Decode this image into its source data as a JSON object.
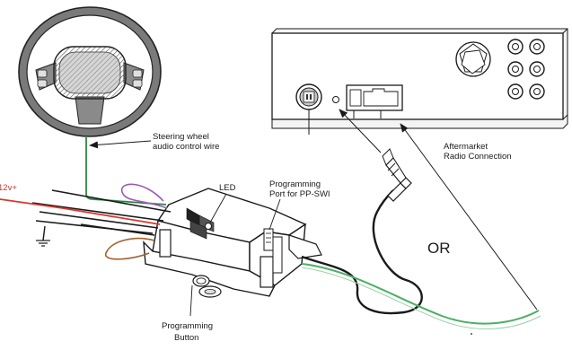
{
  "diagram": {
    "labels": {
      "steering_wire_line1": "Steering wheel",
      "steering_wire_line2": "audio control wire",
      "power": "12v+",
      "led": "LED",
      "prog_port_line1": "Programming",
      "prog_port_line2": "Port for PP-SWI",
      "aftermarket_line1": "Aftermarket",
      "aftermarket_line2": "Radio Connection",
      "or": "OR",
      "prog_button_line1": "Programming",
      "prog_button_line2": "Button"
    },
    "colors": {
      "line": "#1a1a1a",
      "wheel_rim": "#6f6f6f",
      "wheel_hub": "#9a9a9a",
      "green_wire": "#4caf64",
      "red_wire": "#d9382b",
      "purple_wire": "#9b59b6",
      "brown_wire": "#a0622d",
      "radio_face": "#ffffff"
    },
    "icons": [
      "steering-wheel",
      "car-radio",
      "interface-module",
      "3.5mm-jack",
      "ground-symbol",
      "arrow"
    ]
  }
}
